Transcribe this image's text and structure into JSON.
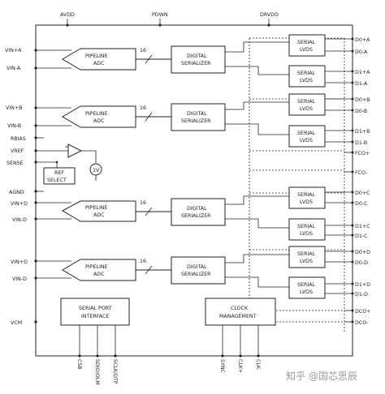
{
  "top_pins": {
    "avdd": "AVDD",
    "pdwn": "PDWN",
    "drvdd": "DRVDD"
  },
  "left_pins": {
    "vin_pa": "VIN+A",
    "vin_ma": "VIN-A",
    "vin_pb": "VIN+B",
    "vin_mb": "VIN-B",
    "rbias": "RBIAS",
    "vref": "VREF",
    "sense": "SENSE",
    "agnd": "AGND",
    "vin_pd1": "VIN+D",
    "vin_md1": "VIN-D",
    "vin_pd2": "VIN+D",
    "vin_md2": "VIN-D",
    "vcm": "VCM"
  },
  "right_pins": {
    "d0pa": "D0+A",
    "d0ma": "D0-A",
    "d1pa": "D1+A",
    "d1ma": "D1-A",
    "d0pb": "D0+B",
    "d0mb": "D0-B",
    "d1pb": "D1+B",
    "d1mb": "D1-B",
    "fcop": "FCO+",
    "fcom": "FCO-",
    "d0pc": "D0+C",
    "d0mc": "D0-C",
    "d1pc": "D1+C",
    "d1mc": "D1-C",
    "d0pd": "D0+D",
    "d0md": "D0-D",
    "d1pd": "D1+D",
    "d1md": "D1-D",
    "dcop": "DCO+",
    "dcom": "DCO-"
  },
  "bottom_pins": {
    "csb": "CSB",
    "sdio": "SDIO/OLM",
    "sclk": "SCLK/DTP",
    "sync": "SYNC",
    "clkp": "CLK+",
    "clkm": "CLK-"
  },
  "blocks": {
    "pipeline_l1": "PIPELINE",
    "pipeline_l2": "ADC",
    "serializer_l1": "DIGITAL",
    "serializer_l2": "SERIALIZER",
    "lvds_l1": "SERIAL",
    "lvds_l2": "LVDS",
    "ref_select_l1": "REF",
    "ref_select_l2": "SELECT",
    "serial_port_l1": "SERIAL PORT",
    "serial_port_l2": "INTERFACE",
    "clock_mgmt_l1": "CLOCK",
    "clock_mgmt_l2": "MANAGEMENT",
    "bus_width": "16",
    "vref_source": "1V"
  },
  "watermark": "知乎 @国芯思辰"
}
